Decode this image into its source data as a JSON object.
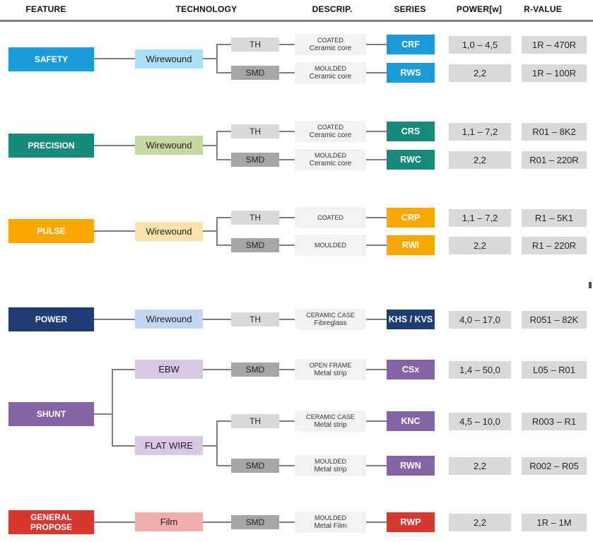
{
  "header": {
    "columns": [
      {
        "label": "FEATURE"
      },
      {
        "label": "TECHNOLOGY"
      },
      {
        "label": "DESCRIP."
      },
      {
        "label": "SERIES"
      },
      {
        "label": "POWER[w]"
      },
      {
        "label": "R-VALUE"
      }
    ]
  },
  "colors": {
    "connector": "#7F7F7F",
    "header_rule": "#808080",
    "mount_th": "#D9D9D9",
    "mount_smd": "#A6A6A6",
    "descrip_bg": "#F2F2F2",
    "value_bg": "#D9D9D9",
    "sections": {
      "safety": {
        "feature": "#1B9CD8",
        "tech": "#A9DFF7"
      },
      "precision": {
        "feature": "#178A7C",
        "tech": "#C7D7A2"
      },
      "pulse": {
        "feature": "#F9A800",
        "tech": "#FCE3AC"
      },
      "power": {
        "feature": "#1F3D73",
        "tech": "#C3D6F0"
      },
      "shunt": {
        "feature": "#8464A5",
        "tech": "#D7C8E6"
      },
      "general": {
        "feature": "#D6372E",
        "tech": "#F2AEAC"
      }
    }
  },
  "sections": [
    {
      "feature": "SAFETY",
      "technology": "Wirewound",
      "branches": [
        {
          "mount": "TH",
          "desc1": "COATED",
          "desc2": "Ceramic core",
          "series": "CRF",
          "power": "1,0 – 4,5",
          "rvalue": "1R – 470R"
        },
        {
          "mount": "SMD",
          "desc1": "MOULDED",
          "desc2": "Ceramic core",
          "series": "RWS",
          "power": "2,2",
          "rvalue": "1R – 100R"
        }
      ]
    },
    {
      "feature": "PRECISION",
      "technology": "Wirewound",
      "branches": [
        {
          "mount": "TH",
          "desc1": "COATED",
          "desc2": "Ceramic core",
          "series": "CRS",
          "power": "1,1 – 7,2",
          "rvalue": "R01 – 8K2"
        },
        {
          "mount": "SMD",
          "desc1": "MOULDED",
          "desc2": "Ceramic core",
          "series": "RWC",
          "power": "2,2",
          "rvalue": "R01 – 220R"
        }
      ]
    },
    {
      "feature": "PULSE",
      "technology": "Wirewound",
      "branches": [
        {
          "mount": "TH",
          "desc1": "COATED",
          "desc2": "",
          "series": "CRP",
          "power": "1,1 – 7,2",
          "rvalue": "R1 – 5K1"
        },
        {
          "mount": "SMD",
          "desc1": "MOULDED",
          "desc2": "",
          "series": "RWI",
          "power": "2,2",
          "rvalue": "R1 – 220R"
        }
      ]
    },
    {
      "feature": "POWER",
      "technology": "Wirewound",
      "branches": [
        {
          "mount": "TH",
          "desc1": "CERAMIC CASE",
          "desc2": "Fibreglass",
          "series": "KHS / KVS",
          "power": "4,0 – 17,0",
          "rvalue": "R051 – 82K"
        }
      ]
    },
    {
      "feature": "SHUNT",
      "technologies": [
        "EBW",
        "FLAT WIRE"
      ],
      "branches": [
        {
          "mount": "SMD",
          "desc1": "OPEN FRAME",
          "desc2": "Metal strip",
          "series": "CSx",
          "power": "1,4 – 50,0",
          "rvalue": "L05 – R01"
        },
        {
          "mount": "TH",
          "desc1": "CERAMIC CASE",
          "desc2": "Metal strip",
          "series": "KNC",
          "power": "4,5 – 10,0",
          "rvalue": "R003 – R1"
        },
        {
          "mount": "SMD",
          "desc1": "MOULDED",
          "desc2": "Metal strip",
          "series": "RWN",
          "power": "2,2",
          "rvalue": "R002 – R05"
        }
      ]
    },
    {
      "feature": "GENERAL PROPOSE",
      "technology": "Film",
      "branches": [
        {
          "mount": "SMD",
          "desc1": "MOULDED",
          "desc2": "Metal Film",
          "series": "RWP",
          "power": "2,2",
          "rvalue": "1R – 1M"
        }
      ]
    }
  ]
}
